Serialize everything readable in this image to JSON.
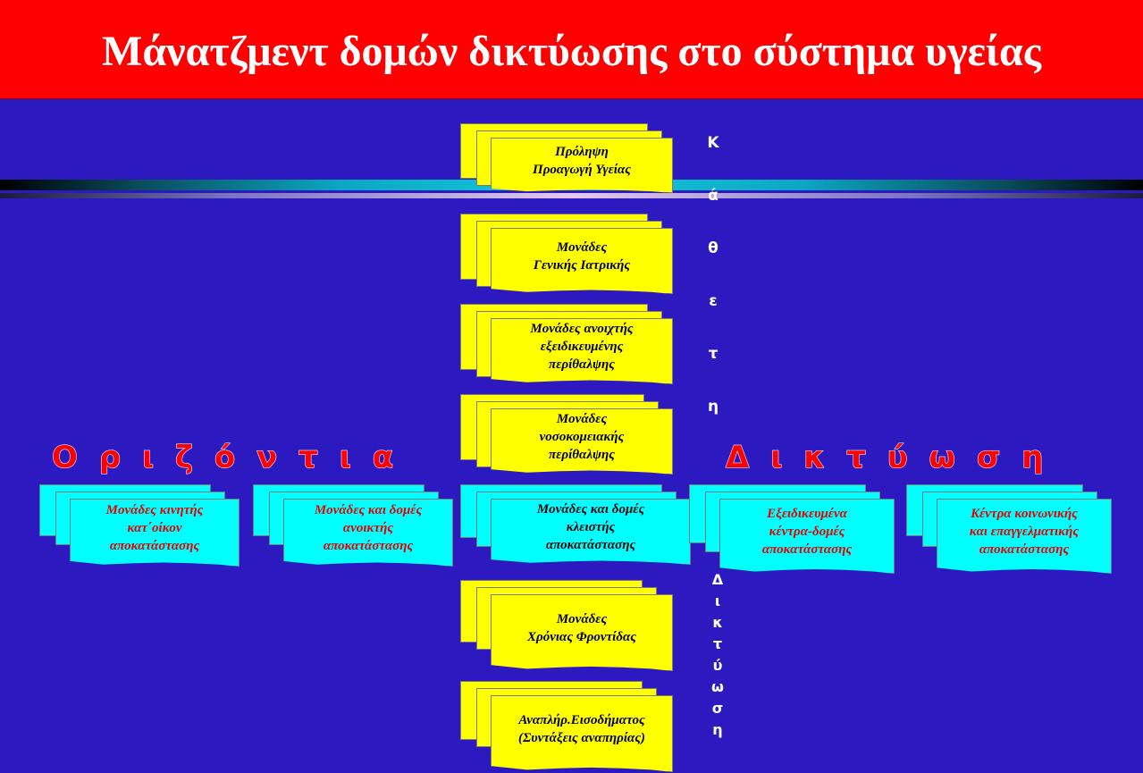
{
  "title": "Μάνατζμεντ δομών δικτύωσης στο σύστημα υγείας",
  "horizontal_left": "Ο ρ ι ζ ό ν τ ι α",
  "horizontal_right": "Δ ι κ τ ύ ω σ η",
  "vertical_top": [
    "Κ",
    "ά",
    "θ",
    "ε",
    "τ",
    "η"
  ],
  "vertical_bottom": [
    "Δ",
    "ι",
    "κ",
    "τ",
    "ύ",
    "ω",
    "σ",
    "η"
  ],
  "vertical_nodes": [
    "Πρόληψη\nΠροαγωγή Υγείας",
    "Μονάδες\nΓενικής Ιατρικής",
    "Μονάδες ανοιχτής\nεξειδικευμένης\nπερίθαλψης",
    "Μονάδες\nνοσοκομειακής\nπερίθαλψης",
    "Μονάδες\nΧρόνιας Φροντίδας",
    "Αναπλήρ.Εισοδήματος\n(Συντάξεις αναπηρίας)"
  ],
  "horizontal_nodes": [
    "Μονάδες κινητής\nκατ΄οίκον\nαποκατάστασης",
    "Μονάδες και δομές\nανοικτής\nαποκατάστασης",
    "Μονάδες και δομές\nκλειστής\nαποκατάστασης",
    "Εξειδικευμένα\nκέντρα-δομές\nαποκατάστασης",
    "Κέντρα κοινωνικής\nκαι επαγγελματικής\nαποκατάστασης"
  ],
  "colors": {
    "background": "#2c19bf",
    "title_bar": "#ff0000",
    "node_yellow": "#ffff00",
    "node_cyan": "#00ffff",
    "accent_text": "#ff0000"
  }
}
